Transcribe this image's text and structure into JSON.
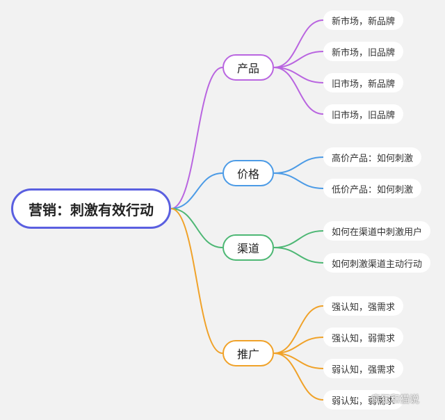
{
  "mindmap": {
    "root": "营销：刺激有效行动",
    "branches": [
      {
        "label": "产品",
        "color": "#b965e0",
        "leaves": [
          "新市场，新品牌",
          "新市场，旧品牌",
          "旧市场，新品牌",
          "旧市场，旧品牌"
        ]
      },
      {
        "label": "价格",
        "color": "#4c9be6",
        "leaves": [
          "高价产品：如何刺激",
          "低价产品：如何刺激"
        ]
      },
      {
        "label": "渠道",
        "color": "#4db774",
        "leaves": [
          "如何在渠道中刺激用户",
          "如何刺激渠道主动行动"
        ]
      },
      {
        "label": "推广",
        "color": "#f0a229",
        "leaves": [
          "强认知，强需求",
          "强认知，弱需求",
          "弱认知，强需求",
          "弱认知，弱需求"
        ]
      }
    ],
    "root_color": "#5a5fe0"
  },
  "watermark": {
    "text": "疯狂和猫说",
    "icon": "wechat-icon"
  }
}
